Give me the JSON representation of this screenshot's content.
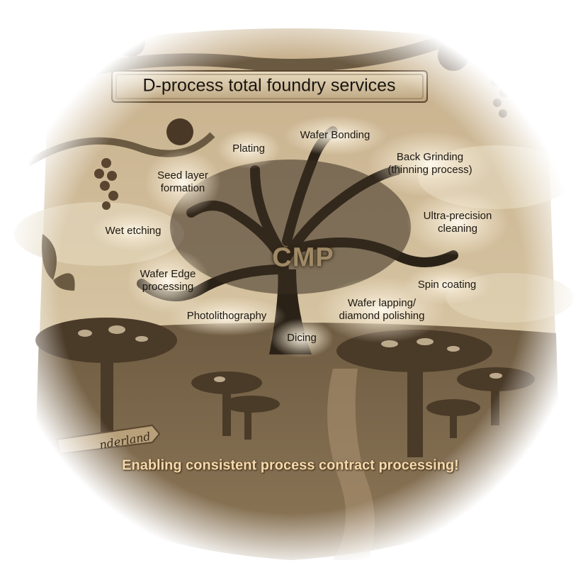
{
  "banner": {
    "title": "D-process total foundry services"
  },
  "center": {
    "label": "CMP"
  },
  "services": [
    {
      "label": "Wafer Bonding"
    },
    {
      "label": "Plating"
    },
    {
      "label": "Back Grinding\n(thinning process)"
    },
    {
      "label": "Seed layer\nformation"
    },
    {
      "label": "Ultra-precision\ncleaning"
    },
    {
      "label": "Wet etching"
    },
    {
      "label": "Wafer Edge\nprocessing"
    },
    {
      "label": "Spin coating"
    },
    {
      "label": "Wafer lapping/\ndiamond polishing"
    },
    {
      "label": "Photolithography"
    },
    {
      "label": "Dicing"
    }
  ],
  "tagline": "Enabling consistent process contract processing!",
  "sign": "nderland",
  "colors": {
    "sepia_light": "#d9c7a6",
    "sepia_mid": "#9c8461",
    "sepia_dark": "#3e3222",
    "tagline": "#f3d9b0"
  }
}
